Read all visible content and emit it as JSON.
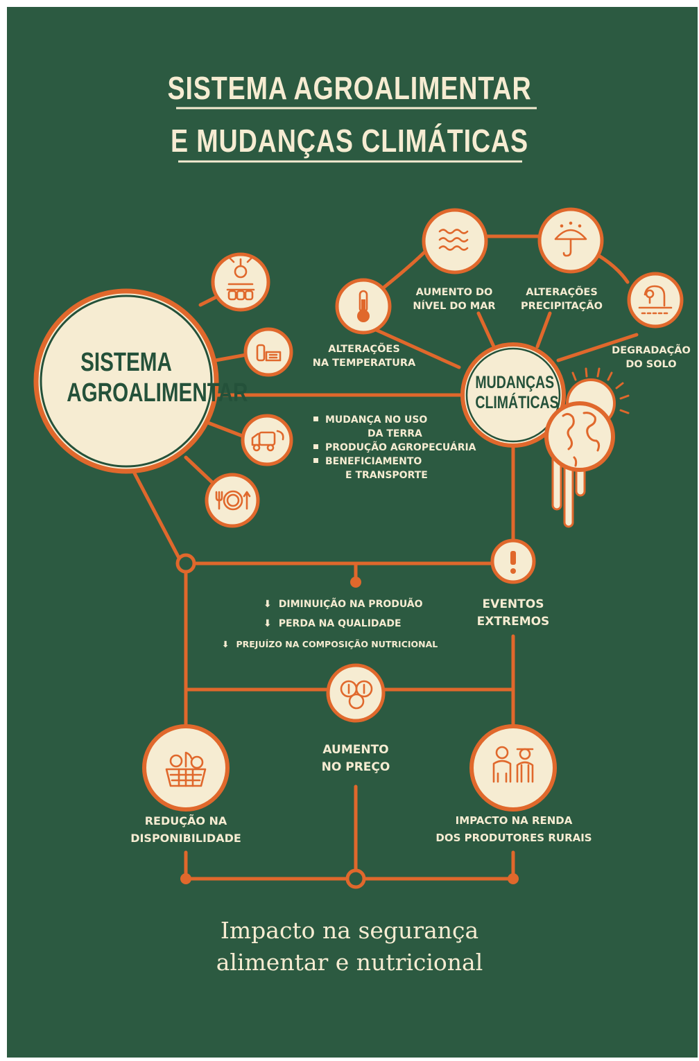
{
  "title": {
    "line1": "SISTEMA AGROALIMENTAR",
    "line2": "E MUDANÇAS CLIMÁTICAS"
  },
  "nodes": {
    "agro": {
      "line1": "SISTEMA",
      "line2": "AGROALIMENTAR"
    },
    "climate": {
      "line1": "MUDANÇAS",
      "line2": "CLIMÁTICAS"
    }
  },
  "climate_effects": {
    "temperature": {
      "line1": "ALTERAÇÕES",
      "line2": "NA TEMPERATURA",
      "icon": "thermometer-icon"
    },
    "sea_level": {
      "line1": "AUMENTO DO",
      "line2": "NÍVEL DO MAR",
      "icon": "waves-icon"
    },
    "precipitation": {
      "line1": "ALTERAÇÕES",
      "line2": "PRECIPITAÇÃO",
      "icon": "umbrella-icon"
    },
    "soil": {
      "line1": "DEGRADAÇÃO",
      "line2": "DO SOLO",
      "icon": "soil-icon"
    }
  },
  "agro_icons": [
    "livestock-icon",
    "factory-icon",
    "truck-icon",
    "plate-icon"
  ],
  "emissions_list": {
    "item1_line1": "MUDANÇA NO USO",
    "item1_line2": "DA TERRA",
    "item2": "PRODUÇÃO AGROPECUÁRIA",
    "item3_line1": "BENEFICIAMENTO",
    "item3_line2": "E TRANSPORTE"
  },
  "extreme_events": {
    "line1": "EVENTOS",
    "line2": "EXTREMOS",
    "icon": "alert-icon"
  },
  "decrease_list": {
    "item1": "DIMINUIÇÃO NA PRODUÃO",
    "item2": "PERDA NA QUALIDADE",
    "item3": "PREJUÍZO NA COMPOSIÇÃO NUTRICIONAL"
  },
  "price": {
    "line1": "AUMENTO",
    "line2": "NO PREÇO",
    "icon": "coins-icon"
  },
  "availability": {
    "line1": "REDUÇÃO NA",
    "line2": "DISPONIBILIDADE",
    "icon": "basket-icon"
  },
  "income": {
    "line1": "IMPACTO NA RENDA",
    "line2": "DOS PRODUTORES RURAIS",
    "icon": "farmers-icon"
  },
  "footer": {
    "line1": "Impacto na segurança",
    "line2": "alimentar e nutricional"
  },
  "colors": {
    "background": "#2c5a41",
    "accent": "#e0682c",
    "cream": "#f6ecd2",
    "dark_green": "#24513a"
  }
}
